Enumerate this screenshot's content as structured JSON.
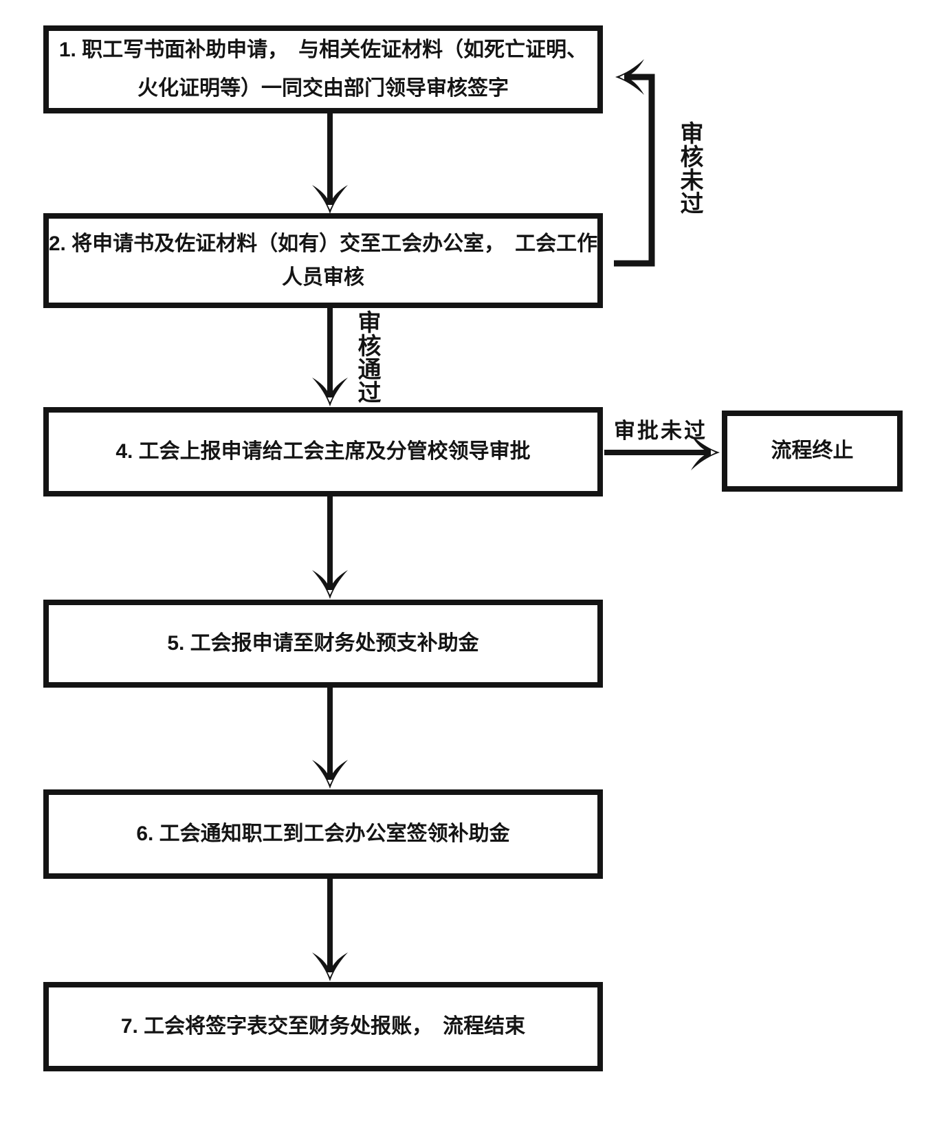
{
  "flowchart": {
    "background_color": "#ffffff",
    "line_color": "#141414",
    "steps": {
      "step1": {
        "line1": "1. 职工写书面补助申请，　与相关佐证材料（如死亡证明、",
        "line2": "火化证明等）一同交由部门领导审核签字"
      },
      "step2": {
        "line1": "2. 将申请书及佐证材料（如有）交至工会办公室，　工会工作",
        "line2": "人员审核"
      },
      "step4": {
        "line1": "4. 工会上报申请给工会主席及分管校领导审批"
      },
      "terminate": {
        "line1": "流程终止"
      },
      "step5": {
        "line1": "5. 工会报申请至财务处预支补助金"
      },
      "step6": {
        "line1": "6. 工会通知职工到工会办公室签领补助金"
      },
      "step7": {
        "line1": "7. 工会将签字表交至财务处报账，　流程结束"
      }
    },
    "edge_labels": {
      "review_not_passed": "审核未过",
      "review_passed": "审核通过",
      "approval_not_passed": "审批未过"
    }
  }
}
